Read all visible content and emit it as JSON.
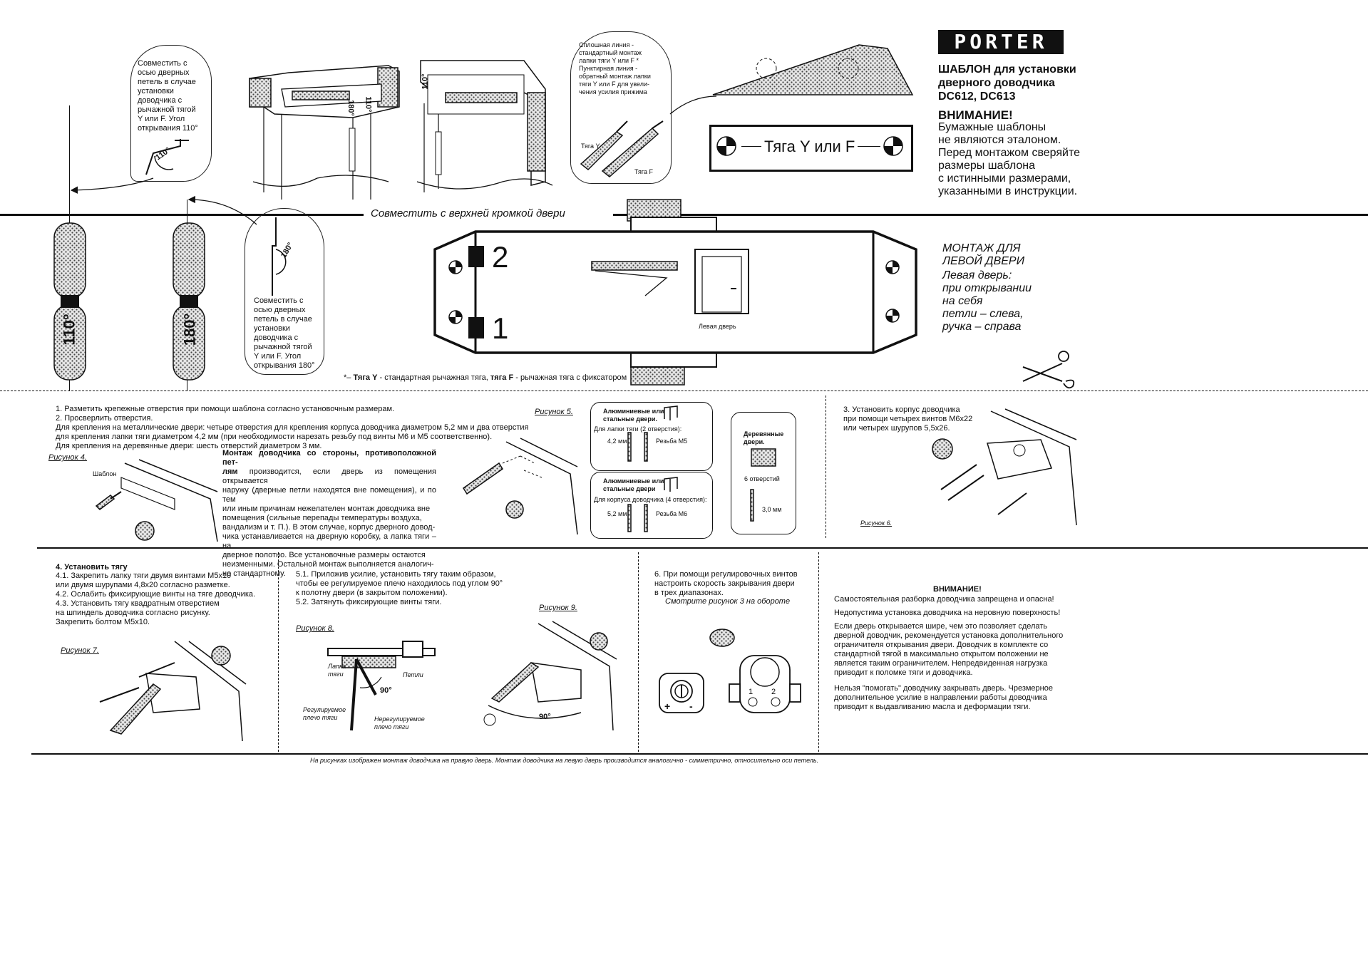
{
  "brand": {
    "logo": "PORTER",
    "title": "ШАБЛОН для установки дверного доводчика DC612, DC613"
  },
  "warning_top": {
    "heading": "ВНИМАНИЕ!",
    "text": "Бумажные шаблоны\nне являются эталоном.\nПеред монтажом сверяйте\nразмеры шаблона\nс истинными размерами,\nуказанными в инструкции."
  },
  "callout_110": "Совместить с\nосью дверных\nпетель в случае\nустановки\nдоводчика с\nрычажной тягой\nY или F. Угол\nоткрывания 110°",
  "callout_180": "Совместить с\nосью дверных\nпетель в случае\nустановки\nдоводчика с\nрычажной тягой\nY или F. Угол\nоткрывания 180°",
  "angle_110": "110°",
  "angle_180": "180°",
  "hinge_110": "110°",
  "hinge_180": "180°",
  "solid_line_note": "Сплошная линия -\nстандартный монтаж\nлапки тяги Y или F *\nПунктирная линия -\nобратный монтаж лапки\nтяги Y или F для увели-\nчения усилия прижима",
  "arm_y": "Тяга Y",
  "arm_f": "Тяга F",
  "arm_label_box": "Тяга Y или F",
  "align_top_edge": "Совместить с верхней кромкой двери",
  "position_2": "2",
  "position_1": "1",
  "left_door_label": "Левая дверь",
  "mount_left": {
    "heading": "МОНТАЖ ДЛЯ\nЛЕВОЙ ДВЕРИ",
    "text": "Левая дверь:\nпри открывании\nна себя\nпетли – слева,\nручка – справа"
  },
  "footnote": {
    "mark": "*–",
    "y": "Тяга Y",
    "y_text": " - стандартная рычажная тяга, ",
    "f": "тяга F",
    "f_text": " - рычажная тяга с фиксатором"
  },
  "steps12": "1. Разметить крепежные отверстия при помощи шаблона согласно установочным размерам.\n2. Просверлить отверстия.\n    Для крепления на металлические двери: четыре отверстия для крепления корпуса доводчика диаметром 5,2 мм и два отверстия\n    для крепления  лапки тяги диаметром 4,2 мм (при необходимости нарезать резьбу под винты М6 и М5 соответственно).\n    Для крепления на деревянные двери: шесть отверстий диаметром 3 мм.",
  "fig4": "Рисунок 4.",
  "template_label": "Шаблон",
  "mount_opposite_heading": "Монтаж доводчика со стороны, противоположной пет-\nлям",
  "mount_opposite_text": " производится, если дверь из помещения открывается\nнаружу (дверные петли находятся вне помещения), и по тем\nили иным причинам нежелателен монтаж доводчика вне\nпомещения (сильные перепады температуры воздуха,\nвандализм и т. П.). В этом случае, корпус дверного довод-\nчика устанавливается на дверную коробку, а лапка тяги  – на\nдверное полотно. Все установочные размеры остаются\nнеизменными. Остальной монтаж  выполняется аналогич-\nно стандартному.",
  "fig5": "Рисунок 5.",
  "alu1": {
    "title": "Алюминиевые или\nстальные двери.",
    "sub": "Для лапки тяги (2 отверстия):",
    "d": "4,2 мм",
    "r": "Резьба М5"
  },
  "alu2": {
    "title": "Алюминиевые или\nстальные двери",
    "sub": "Для корпуса доводчика (4 отверстия):",
    "d": "5,2 мм",
    "r": "Резьба М6"
  },
  "wood": {
    "title": "Деревянные\nдвери.",
    "holes": "6 отверстий",
    "d": "3,0 мм"
  },
  "step3": "3.  Установить корпус доводчика\n     при помощи четырех винтов М6х22\n     или четырех шурупов 5,5х26.",
  "fig6": "Рисунок 6.",
  "step4_heading": "4. Установить тягу",
  "step4": "4.1. Закрепить лапку тяги двумя винтами М5х10\n        или двумя шурупами 4,8х20 согласно разметке.\n4.2. Ослабить фиксирующие винты на тяге доводчика.\n4.3. Установить тягу квадратным отверстием\n        на шпиндель доводчика согласно рисунку.\n        Закрепить болтом М5х10.",
  "fig7": "Рисунок 7.",
  "step5": "5.1.   Приложив усилие, установить тягу таким образом,\n          чтобы ее регулируемое плечо находилось под углом 90°\n          к полотну двери (в закрытом положении).\n5.2. Затянуть фиксирующие винты тяги.",
  "fig8": "Рисунок 8.",
  "fig9": "Рисунок 9.",
  "fig8_labels": {
    "foot": "Лапка\nтяги",
    "hinges": "Петли",
    "adj": "Регулируемое\nплечо тяги",
    "nonadj": "Нерегулируемое\nплечо тяги",
    "angle": "90°"
  },
  "fig9_angle": "90°",
  "step6": "6.  При помощи регулировочных винтов\n     настроить скорость закрывания двери\n     в трех диапазонах.",
  "step6_see": "Смотрите рисунок 3 на обороте",
  "valve_1": "1",
  "valve_2": "2",
  "plus": "+",
  "minus": "-",
  "warning_bottom": {
    "heading": "ВНИМАНИЕ!",
    "p1": "Самостоятельная разборка доводчика запрещена и опасна!",
    "p2": "Недопустима установка доводчика на неровную поверхность!",
    "p3": "Если дверь  открывается шире, чем это позволяет сделать\nдверной доводчик, рекомендуется установка дополнительного\nограничителя открывания двери. Доводчик в комплекте со\nстандартной тягой в максимально открытом положении не\nявляется таким ограничителем. Непредвиденная нагрузка\nприводит к поломке тяги и доводчика.",
    "p4": "Нельзя  \"помогать\" доводчику закрывать дверь. Чрезмерное\nдополнительное усилие в направлении работы доводчика\nприводит к выдавливанию масла и деформации тяги."
  },
  "bottom_note": "На рисунках изображен монтаж доводчика на правую дверь. Монтаж доводчика на левую дверь производится аналогично - симметрично, относительно оси петель."
}
